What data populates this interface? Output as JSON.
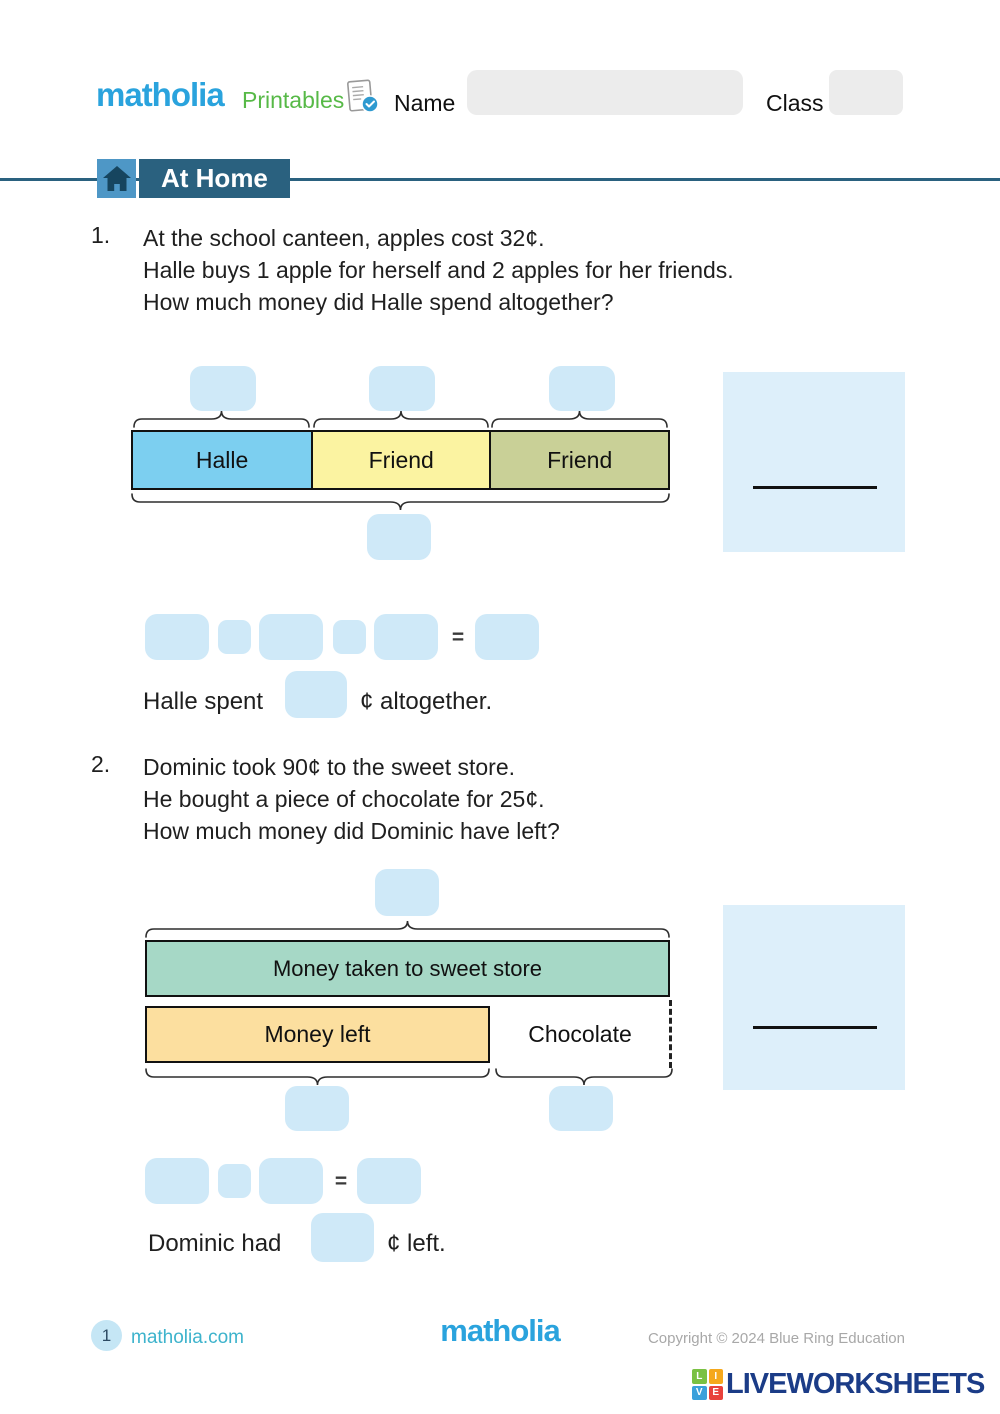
{
  "header": {
    "brand": "matholia",
    "product": "Printables",
    "name_label": "Name",
    "class_label": "Class",
    "name_value": "",
    "class_value": ""
  },
  "banner": {
    "title": "At Home"
  },
  "colors": {
    "accent_blue": "#2aa3dd",
    "product_green": "#57b947",
    "banner_bg": "#2a617f",
    "banner_icon_bg": "#4e97c6",
    "box_blue": "#cfe9f8",
    "panel_blue": "#ddeffa",
    "bar_halle": "#7ccff0",
    "bar_friend_yellow": "#fbf3a1",
    "bar_friend_olive": "#c9d097",
    "bar_money_taken": "#a6d8c6",
    "bar_money_left": "#fcdf9f",
    "footer_teal": "#3db3cc",
    "lw_navy": "#1b3c87",
    "tile_l_green": "#7ac143",
    "tile_i_orange": "#f5a81c",
    "tile_v_blue": "#3aa0db",
    "tile_e_red": "#e8413c"
  },
  "problem1": {
    "number": "1.",
    "line1": "At the school canteen, apples cost 32¢.",
    "line2": "Halle buys 1 apple for herself and 2 apples for her friends.",
    "line3": "How much money did Halle spend altogether?",
    "bar1_label": "Halle",
    "bar2_label": "Friend",
    "bar3_label": "Friend",
    "equals": "=",
    "sentence_prefix": "Halle spent",
    "sentence_suffix": "¢ altogether."
  },
  "problem2": {
    "number": "2.",
    "line1": "Dominic took 90¢ to the sweet store.",
    "line2": "He bought a piece of chocolate for 25¢.",
    "line3": "How much money did Dominic have left?",
    "bar_top_label": "Money taken to sweet store",
    "bar_left_label": "Money left",
    "bar_right_label": "Chocolate",
    "equals": "=",
    "sentence_prefix": "Dominic had",
    "sentence_suffix": "¢ left."
  },
  "footer": {
    "page_number": "1",
    "website": "matholia.com",
    "brand": "matholia",
    "copyright": "Copyright © 2024 Blue Ring Education",
    "lw_brand": "LIVEWORKSHEETS",
    "tiles": {
      "tl": "L",
      "tr": "I",
      "bl": "V",
      "br": "E"
    }
  }
}
